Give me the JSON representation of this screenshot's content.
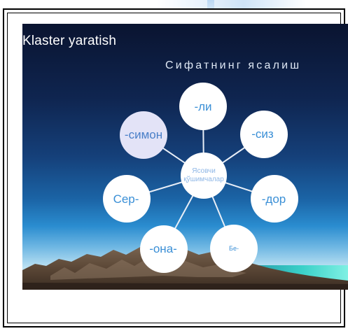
{
  "slide": {
    "title": "Klaster yaratish",
    "subtitle": "Сифатнинг ясалиш"
  },
  "diagram": {
    "center": {
      "line1": "Ясовчи",
      "line2": "қўшимчалар"
    },
    "nodes": [
      {
        "id": "li",
        "label": "-ли"
      },
      {
        "id": "siz",
        "label": "-сиз"
      },
      {
        "id": "dor",
        "label": "-дор"
      },
      {
        "id": "be",
        "label": "Бе-"
      },
      {
        "id": "ona",
        "label": "-она-"
      },
      {
        "id": "ser",
        "label": "Сер-"
      },
      {
        "id": "simon",
        "label": "-симон"
      }
    ]
  },
  "colors": {
    "node_fill": "#ffffff",
    "highlight_fill": "#e3e3f7",
    "label_blue": "#3a8fd6"
  }
}
